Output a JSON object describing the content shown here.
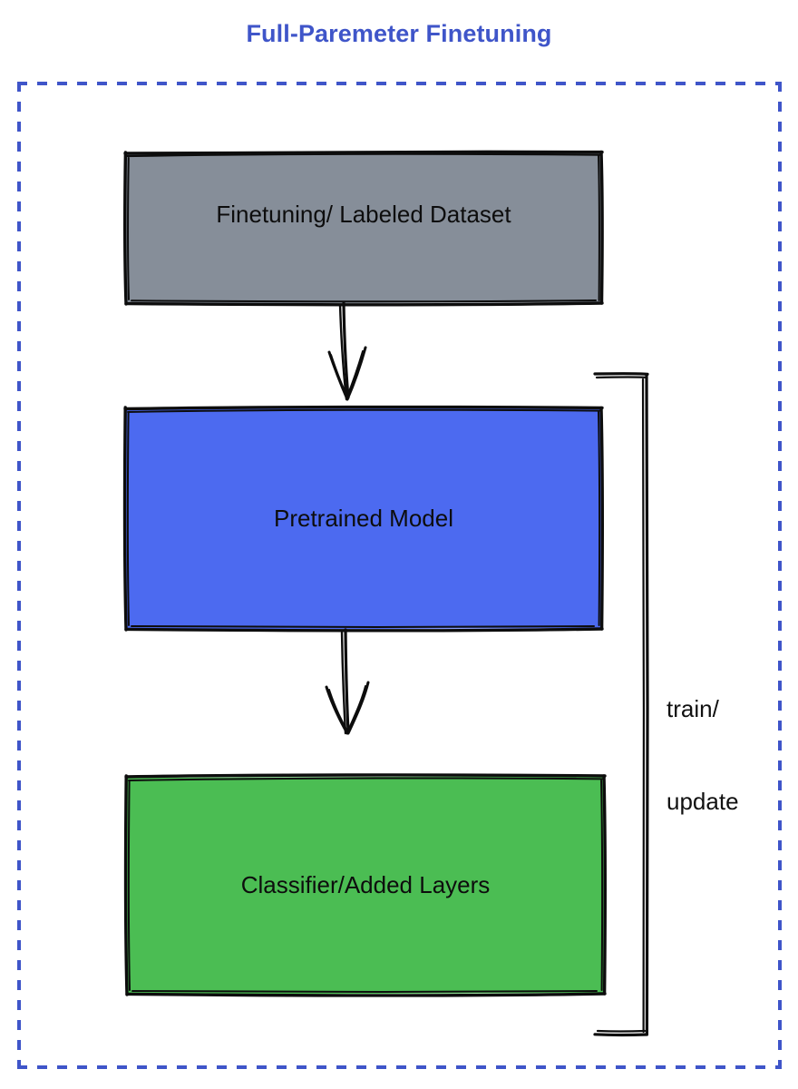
{
  "diagram": {
    "title": "Full-Paremeter Finetuning",
    "title_color": "#3f55c9",
    "frame": {
      "style": "dashed",
      "color": "#3f55c9"
    },
    "nodes": [
      {
        "id": "dataset",
        "label": "Finetuning/ Labeled Dataset",
        "fill": "#868e99",
        "stroke": "#0d0d0d"
      },
      {
        "id": "pretrained",
        "label": "Pretrained Model",
        "fill": "#4c6af0",
        "stroke": "#0d0d0d"
      },
      {
        "id": "classifier",
        "label": "Classifier/Added Layers",
        "fill": "#4bbd53",
        "stroke": "#0d0d0d"
      }
    ],
    "connectors": [
      {
        "id": "dataset-to-pretrained",
        "from": "dataset",
        "to": "pretrained",
        "kind": "arrow-down",
        "label": ""
      },
      {
        "id": "pretrained-to-classifier",
        "from": "pretrained",
        "to": "classifier",
        "kind": "arrow-down",
        "label": ""
      },
      {
        "id": "feedback-loop",
        "from": "classifier",
        "to": "pretrained",
        "kind": "bracket-right",
        "label_line1": "train/",
        "label_line2": "update"
      }
    ]
  }
}
